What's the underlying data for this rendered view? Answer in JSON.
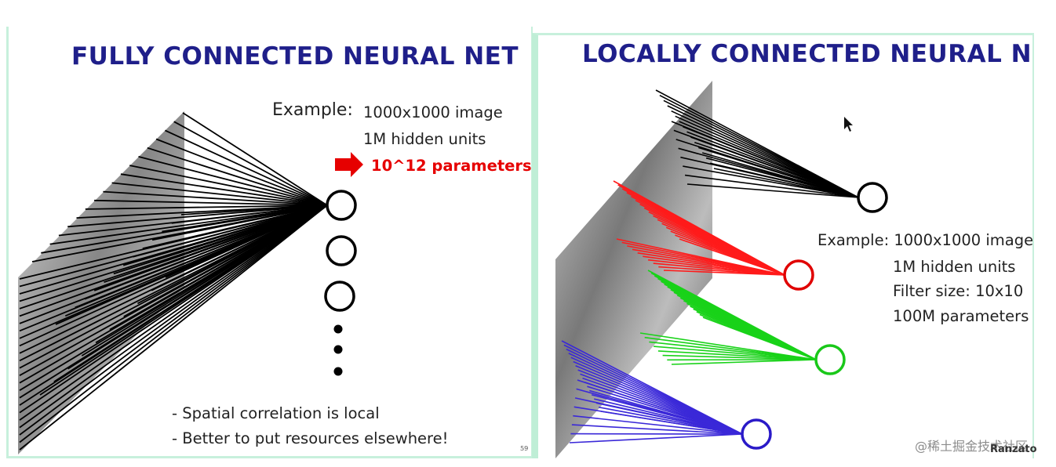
{
  "left_slide": {
    "title": "FULLY CONNECTED NEURAL NET",
    "example_label": "Example:",
    "example_lines": [
      "1000x1000 image",
      "1M hidden units"
    ],
    "highlight": "10^12 parameters",
    "highlight_suffix": "!!!",
    "bullets": [
      "- Spatial correlation is local",
      "- Better to put resources elsewhere!"
    ],
    "page_number": "59"
  },
  "right_slide": {
    "title": "LOCALLY CONNECTED NEURAL NET",
    "example_lines": [
      "Example: 1000x1000 image",
      "1M hidden units",
      "Filter size: 10x10",
      "100M parameters"
    ],
    "credit": "Ranzato"
  },
  "watermark": "@稀土掘金技术社区",
  "colors": {
    "title": "#1f1f8a",
    "highlight": "#e60000",
    "lines_black": "#000000",
    "lines_red": "#ff1a1a",
    "lines_green": "#19d219",
    "lines_blue": "#3a28d8",
    "slide_border": "#c7f0dc"
  },
  "icons": [
    "arrow-right-icon",
    "mouse-cursor-icon",
    "neuron-circle-icon",
    "ellipsis-dots-icon"
  ]
}
